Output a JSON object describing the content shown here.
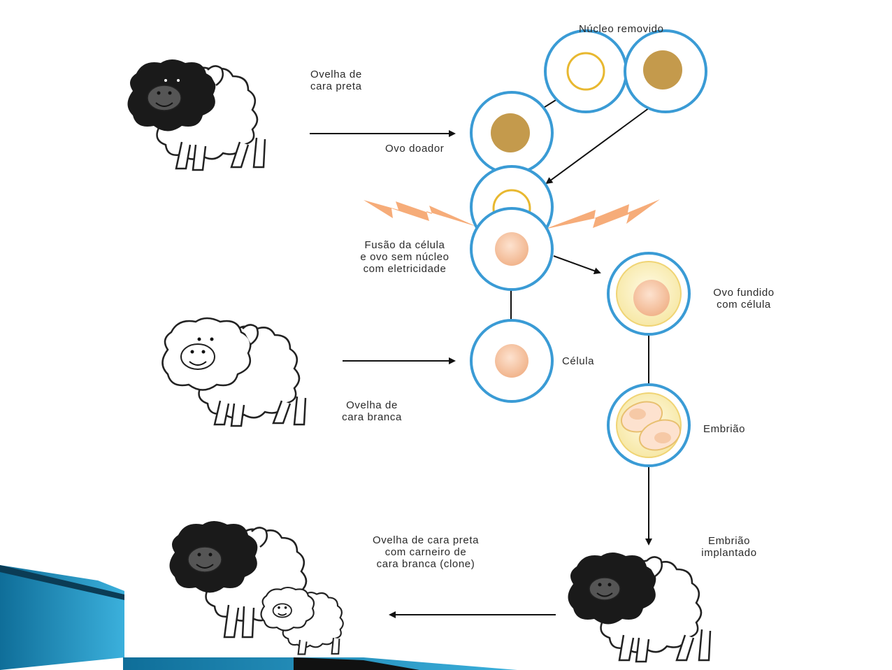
{
  "labels": {
    "black_sheep": "Ovelha de\ncara preta",
    "ovo_doador": "Ovo doador",
    "nucleo_removido": "Núcleo removido",
    "fusao": "Fusão da célula\ne ovo sem núcleo\ncom eletricidade",
    "ovo_fundido": "Ovo fundido\ncom célula",
    "white_sheep": "Ovelha de\ncara branca",
    "celula": "Célula",
    "embriao": "Embrião",
    "embriao_implantado": "Embrião\nimplantado",
    "clone": "Ovelha de cara preta\ncom carneiro de\ncara branca (clone)"
  },
  "colors": {
    "cell_ring": "#3a9bd5",
    "nucleus_brown": "#c49a4c",
    "nucleus_ring_yellow": "#e8b830",
    "cell_pink": "#f4c2a0",
    "fused_yellow": "#fbf1c4",
    "spark": "#f5a36a",
    "decor_blue": "#1f8fc0"
  }
}
